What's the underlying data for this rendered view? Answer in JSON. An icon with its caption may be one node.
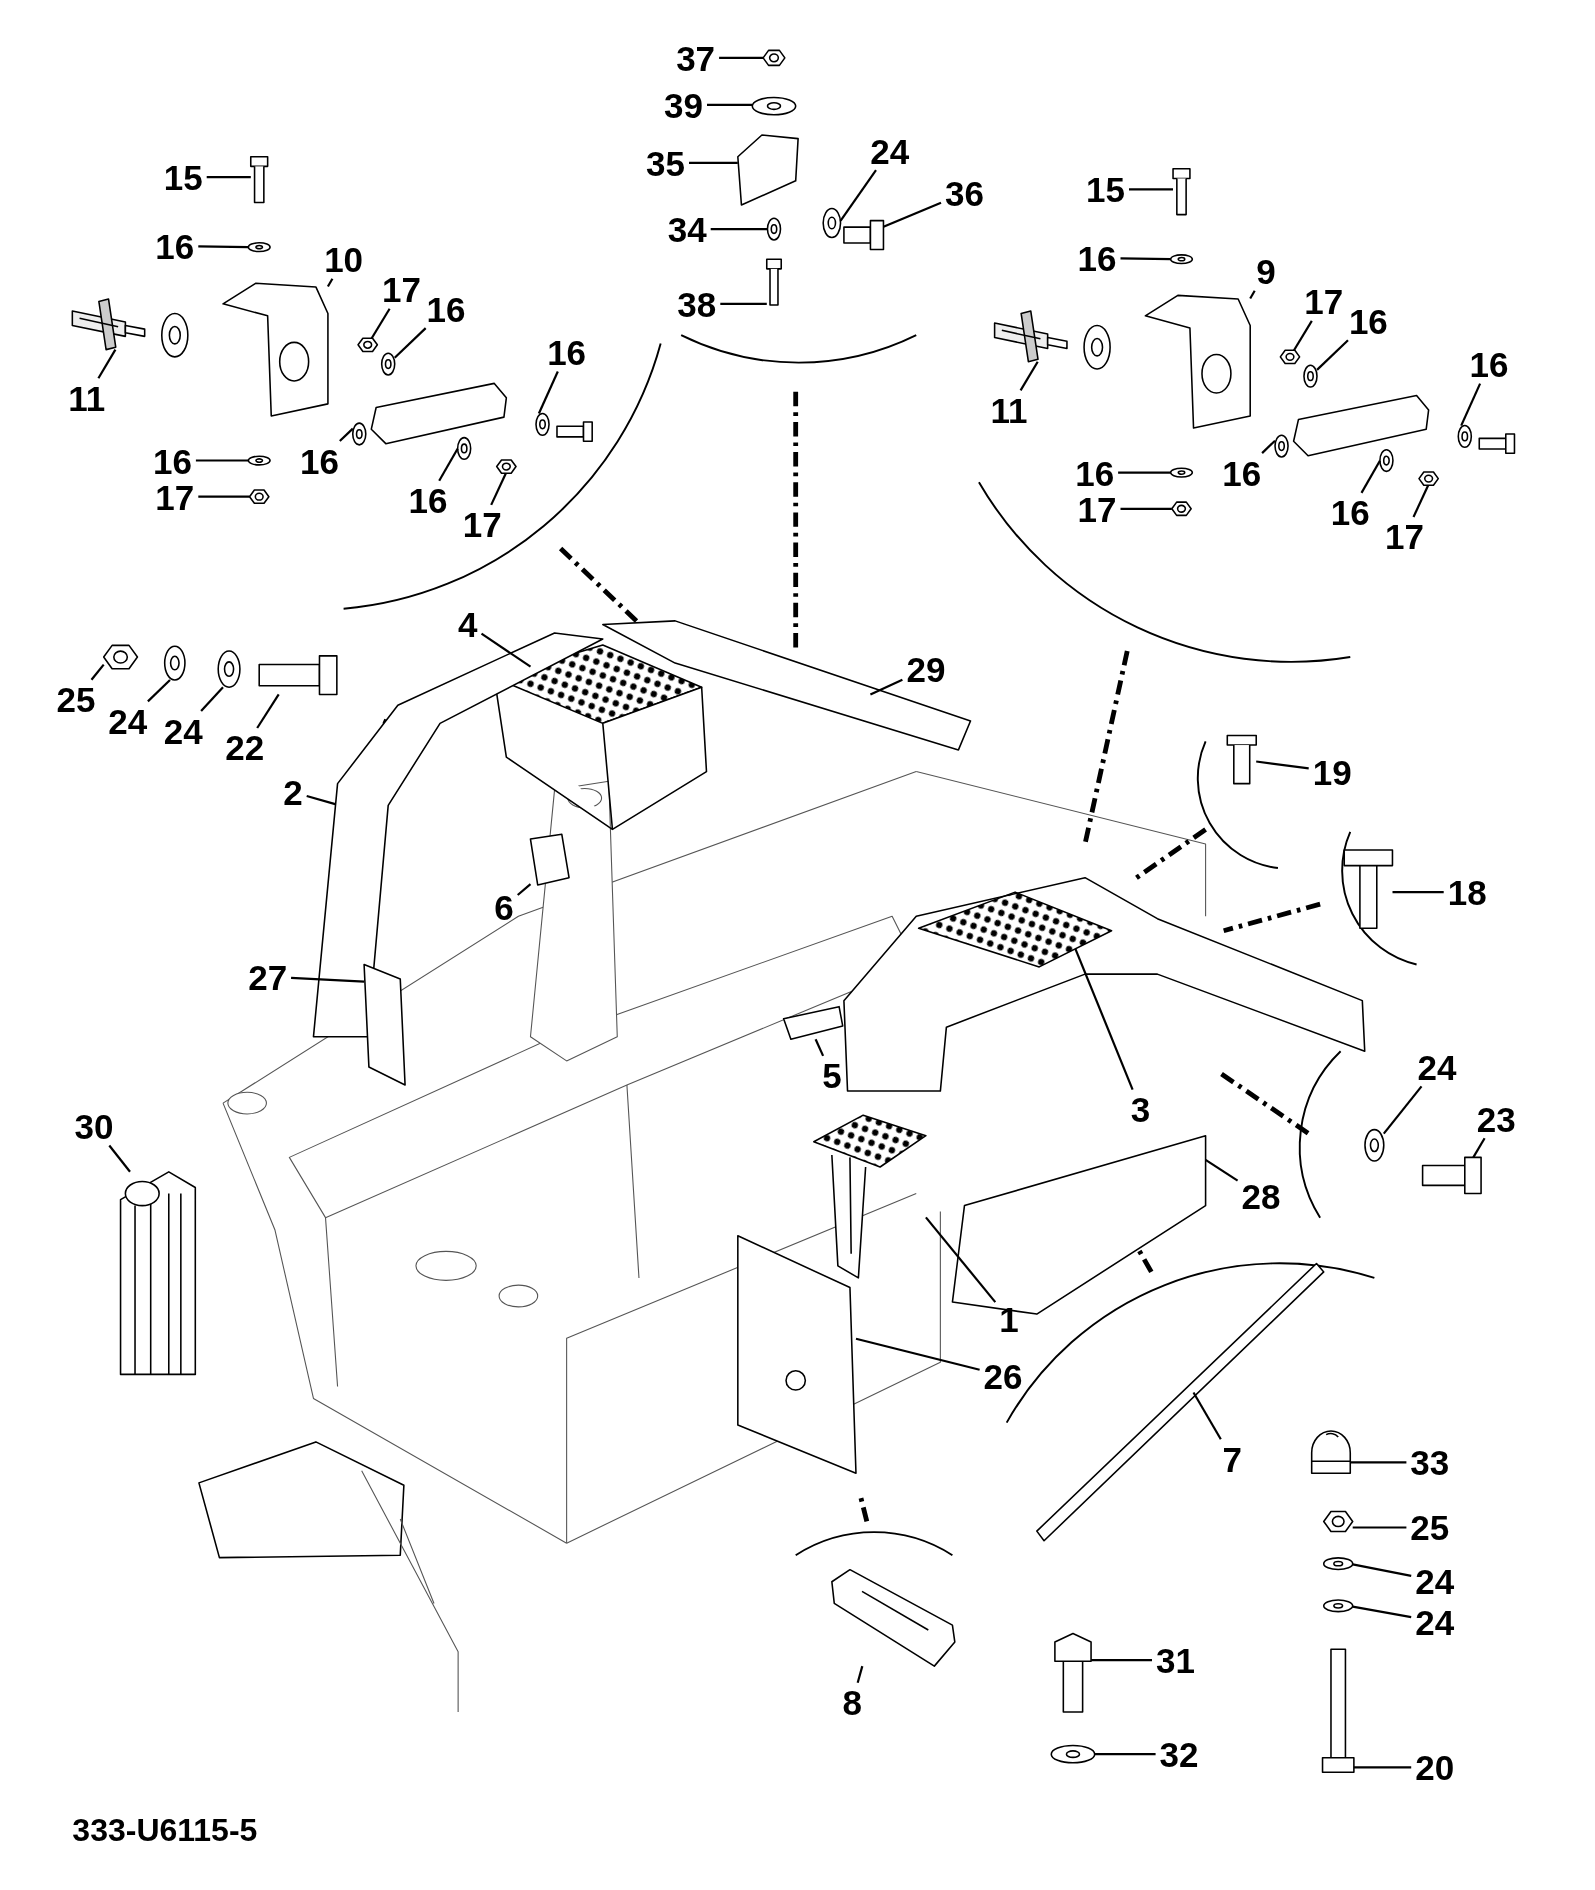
{
  "diagram": {
    "nodes": [
      {
        "text": [
          "15"
        ]
      },
      {
        "text": [
          "16"
        ]
      },
      {
        "text": [
          "10"
        ]
      },
      {
        "text": [
          "11"
        ]
      },
      {
        "text": [
          "17"
        ]
      },
      {
        "text": [
          "16"
        ]
      },
      {
        "text": [
          "16"
        ]
      },
      {
        "text": [
          "16"
        ]
      },
      {
        "text": [
          "16"
        ]
      },
      {
        "text": [
          "17"
        ]
      },
      {
        "text": [
          "16"
        ]
      },
      {
        "text": [
          "17"
        ]
      },
      {
        "text": [
          "37"
        ]
      },
      {
        "text": [
          "39"
        ]
      },
      {
        "text": [
          "35"
        ]
      },
      {
        "text": [
          "34"
        ]
      },
      {
        "text": [
          "38"
        ]
      },
      {
        "text": [
          "24"
        ]
      },
      {
        "text": [
          "36"
        ]
      },
      {
        "text": [
          "15"
        ]
      },
      {
        "text": [
          "16"
        ]
      },
      {
        "text": [
          "9"
        ]
      },
      {
        "text": [
          "11"
        ]
      },
      {
        "text": [
          "17"
        ]
      },
      {
        "text": [
          "16"
        ]
      },
      {
        "text": [
          "16"
        ]
      },
      {
        "text": [
          "16"
        ]
      },
      {
        "text": [
          "16"
        ]
      },
      {
        "text": [
          "17"
        ]
      },
      {
        "text": [
          "16"
        ]
      },
      {
        "text": [
          "17"
        ]
      },
      {
        "text": [
          "25"
        ]
      },
      {
        "text": [
          "24"
        ]
      },
      {
        "text": [
          "24"
        ]
      },
      {
        "text": [
          "22"
        ]
      },
      {
        "text": [
          "4"
        ]
      },
      {
        "text": [
          "29"
        ]
      },
      {
        "text": [
          "2"
        ]
      },
      {
        "text": [
          "6"
        ]
      },
      {
        "text": [
          "19"
        ]
      },
      {
        "text": [
          "27"
        ]
      },
      {
        "text": [
          "18"
        ]
      },
      {
        "text": [
          "5"
        ]
      },
      {
        "text": [
          "3"
        ]
      },
      {
        "text": [
          "30"
        ]
      },
      {
        "text": [
          "24"
        ]
      },
      {
        "text": [
          "23"
        ]
      },
      {
        "text": [
          "28"
        ]
      },
      {
        "text": [
          "1"
        ]
      },
      {
        "text": [
          "26"
        ]
      },
      {
        "text": [
          "7"
        ]
      },
      {
        "text": [
          "33"
        ]
      },
      {
        "text": [
          "25"
        ]
      },
      {
        "text": [
          "24"
        ]
      },
      {
        "text": [
          "24"
        ]
      },
      {
        "text": [
          "31"
        ]
      },
      {
        "text": [
          "8"
        ]
      },
      {
        "text": [
          "32"
        ]
      },
      {
        "text": [
          "20"
        ]
      },
      {
        "text": [],
        "shape": "picture"
      },
      {
        "text": [],
        "shape": "picture"
      },
      {
        "text": [],
        "shape": "picture"
      },
      {
        "text": [],
        "shape": "picture"
      },
      {
        "text": [],
        "shape": "picture"
      },
      {
        "text": [],
        "shape": "picture"
      },
      {
        "text": [],
        "shape": "picture"
      },
      {
        "text": [],
        "shape": "picture"
      },
      {
        "text": [],
        "shape": "picture"
      },
      {
        "text": [],
        "shape": "picture"
      },
      {
        "text": [],
        "shape": "picture"
      },
      {
        "text": [],
        "shape": "picture"
      },
      {
        "text": [],
        "shape": "picture"
      },
      {
        "text": [],
        "shape": "picture"
      },
      {
        "text": [],
        "shape": "picture"
      },
      {
        "text": [],
        "shape": "picture"
      },
      {
        "text": [],
        "shape": "picture"
      },
      {
        "text": [],
        "shape": "picture"
      },
      {
        "text": [],
        "shape": "picture"
      },
      {
        "text": [],
        "shape": "picture"
      },
      {
        "text": [],
        "shape": "picture"
      },
      {
        "text": [],
        "shape": "picture"
      },
      {
        "text": [],
        "shape": "picture"
      },
      {
        "text": [],
        "shape": "picture"
      },
      {
        "text": [],
        "shape": "picture"
      },
      {
        "text": [],
        "shape": "picture"
      },
      {
        "text": [],
        "shape": "picture"
      },
      {
        "text": [],
        "shape": "picture"
      },
      {
        "text": [],
        "shape": "picture"
      },
      {
        "text": [],
        "shape": "picture"
      },
      {
        "text": [],
        "shape": "picture"
      },
      {
        "text": [],
        "shape": "picture"
      },
      {
        "text": [],
        "shape": "picture"
      },
      {
        "text": [],
        "shape": "picture"
      },
      {
        "text": [],
        "shape": "picture"
      },
      {
        "text": [],
        "shape": "picture"
      },
      {
        "text": [],
        "shape": "picture"
      },
      {
        "text": [],
        "shape": "picture"
      },
      {
        "text": [],
        "shape": "picture"
      },
      {
        "text": [],
        "shape": "picture"
      },
      {
        "text": [],
        "shape": "picture"
      },
      {
        "text": [],
        "shape": "picture"
      },
      {
        "text": [],
        "shape": "picture"
      },
      {
        "text": [],
        "shape": "picture"
      },
      {
        "text": [],
        "shape": "picture"
      },
      {
        "text": [],
        "shape": "picture"
      },
      {
        "text": [],
        "shape": "picture"
      },
      {
        "text": [],
        "shape": "picture"
      },
      {
        "text": [],
        "shape": "picture"
      },
      {
        "text": [],
        "shape": "picture"
      },
      {
        "text": [],
        "shape": "picture"
      },
      {
        "text": [],
        "shape": "picture"
      },
      {
        "text": [],
        "shape": "picture"
      },
      {
        "text": [],
        "shape": "picture"
      },
      {
        "text": [],
        "shape": "picture"
      },
      {
        "text": [],
        "shape": "picture"
      },
      {
        "text": [],
        "shape": "picture"
      },
      {
        "text": [],
        "shape": "picture"
      },
      {
        "text": [],
        "shape": "picture"
      }
    ],
    "edges": [
      {
        "from": 0,
        "to": 59,
        "arrow": "none"
      },
      {
        "from": 1,
        "to": 60,
        "arrow": "none"
      },
      {
        "from": 2,
        "to": 61,
        "arrow": "none"
      },
      {
        "from": 3,
        "to": 62,
        "arrow": "none"
      },
      {
        "from": 4,
        "to": 63,
        "arrow": "none"
      },
      {
        "from": 5,
        "to": 64,
        "arrow": "none"
      },
      {
        "from": 6,
        "to": 65,
        "arrow": "none"
      },
      {
        "from": 7,
        "to": 66,
        "arrow": "none"
      },
      {
        "from": 8,
        "to": 67,
        "arrow": "none"
      },
      {
        "from": 9,
        "to": 68,
        "arrow": "none"
      },
      {
        "from": 10,
        "to": 69,
        "arrow": "none"
      },
      {
        "from": 11,
        "to": 70,
        "arrow": "none"
      },
      {
        "from": 12,
        "to": 71,
        "arrow": "none"
      },
      {
        "from": 13,
        "to": 72,
        "arrow": "none"
      },
      {
        "from": 14,
        "to": 73,
        "arrow": "none"
      },
      {
        "from": 15,
        "to": 74,
        "arrow": "none"
      },
      {
        "from": 16,
        "to": 75,
        "arrow": "none"
      },
      {
        "from": 17,
        "to": 76,
        "arrow": "none"
      },
      {
        "from": 18,
        "to": 77,
        "arrow": "none"
      },
      {
        "from": 19,
        "to": 78,
        "arrow": "none"
      },
      {
        "from": 20,
        "to": 79,
        "arrow": "none"
      },
      {
        "from": 21,
        "to": 80,
        "arrow": "none"
      },
      {
        "from": 22,
        "to": 81,
        "arrow": "none"
      },
      {
        "from": 23,
        "to": 82,
        "arrow": "none"
      },
      {
        "from": 24,
        "to": 83,
        "arrow": "none"
      },
      {
        "from": 25,
        "to": 84,
        "arrow": "none"
      },
      {
        "from": 26,
        "to": 85,
        "arrow": "none"
      },
      {
        "from": 27,
        "to": 86,
        "arrow": "none"
      },
      {
        "from": 28,
        "to": 87,
        "arrow": "none"
      },
      {
        "from": 29,
        "to": 88,
        "arrow": "none"
      },
      {
        "from": 30,
        "to": 89,
        "arrow": "none"
      },
      {
        "from": 31,
        "to": 90,
        "arrow": "none"
      },
      {
        "from": 32,
        "to": 91,
        "arrow": "none"
      },
      {
        "from": 33,
        "to": 92,
        "arrow": "none"
      },
      {
        "from": 34,
        "to": 93,
        "arrow": "none"
      },
      {
        "from": 35,
        "to": 94,
        "arrow": "none"
      },
      {
        "from": 36,
        "to": 95,
        "arrow": "none"
      },
      {
        "from": 37,
        "to": 96,
        "arrow": "none"
      },
      {
        "from": 38,
        "to": 97,
        "arrow": "none"
      },
      {
        "from": 39,
        "to": 98,
        "arrow": "none"
      },
      {
        "from": 40,
        "to": 99,
        "arrow": "none"
      },
      {
        "from": 41,
        "to": 100,
        "arrow": "none"
      },
      {
        "from": 42,
        "to": 101,
        "arrow": "none"
      },
      {
        "from": 43,
        "to": 102,
        "arrow": "none"
      },
      {
        "from": 44,
        "to": 103,
        "arrow": "none"
      },
      {
        "from": 45,
        "to": 104,
        "arrow": "none"
      },
      {
        "from": 46,
        "to": 105,
        "arrow": "none"
      },
      {
        "from": 47,
        "to": 106,
        "arrow": "none"
      },
      {
        "from": 48,
        "to": 107,
        "arrow": "none"
      },
      {
        "from": 49,
        "to": 108,
        "arrow": "none"
      },
      {
        "from": 50,
        "to": 109,
        "arrow": "none"
      },
      {
        "from": 51,
        "to": 110,
        "arrow": "none"
      },
      {
        "from": 52,
        "to": 111,
        "arrow": "none"
      },
      {
        "from": 53,
        "to": 112,
        "arrow": "none"
      },
      {
        "from": 54,
        "to": 113,
        "arrow": "none"
      },
      {
        "from": 55,
        "to": 114,
        "arrow": "none"
      },
      {
        "from": 56,
        "to": 115,
        "arrow": "none"
      },
      {
        "from": 57,
        "to": 116,
        "arrow": "none"
      },
      {
        "from": 58,
        "to": 117,
        "arrow": "none"
      }
    ],
    "labels": [
      "333-U6115-5"
    ]
  }
}
